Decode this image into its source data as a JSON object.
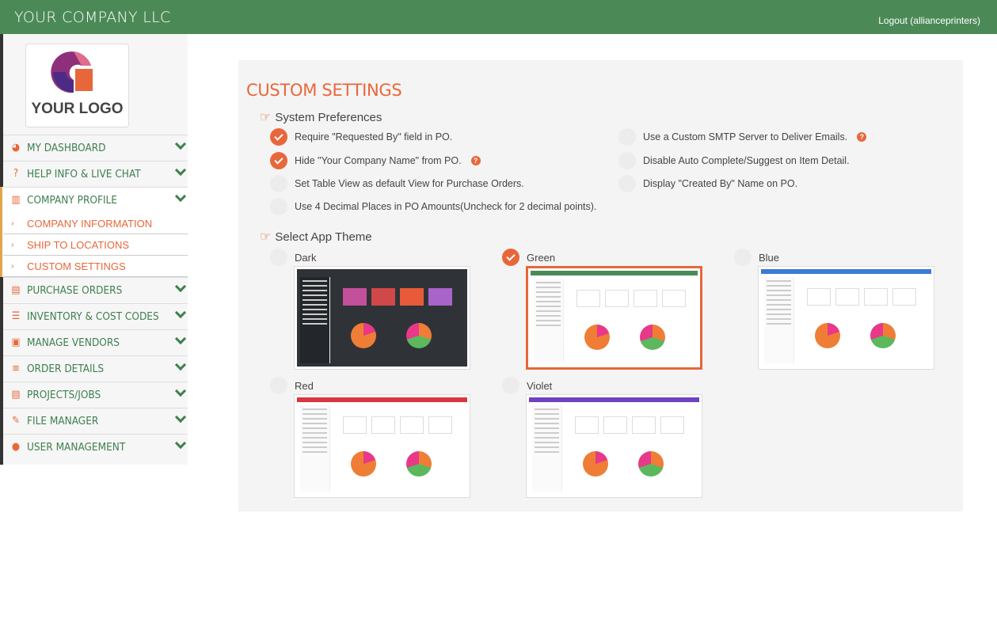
{
  "header": {
    "brand": "YOUR COMPANY LLC",
    "logout": "Logout (allianceprinters)"
  },
  "logo": {
    "text": "YOUR LOGO"
  },
  "sidebar": {
    "items": [
      {
        "label": "MY DASHBOARD",
        "icon": "dashboard-icon"
      },
      {
        "label": "HELP INFO & LIVE CHAT",
        "icon": "question-icon"
      },
      {
        "label": "COMPANY PROFILE",
        "icon": "building-icon"
      },
      {
        "label": "PURCHASE ORDERS",
        "icon": "document-icon"
      },
      {
        "label": "INVENTORY & COST CODES",
        "icon": "list-icon"
      },
      {
        "label": "MANAGE VENDORS",
        "icon": "contact-icon"
      },
      {
        "label": "ORDER DETAILS",
        "icon": "rows-icon"
      },
      {
        "label": "PROJECTS/JOBS",
        "icon": "table-icon"
      },
      {
        "label": "FILE MANAGER",
        "icon": "paperclip-icon"
      },
      {
        "label": "USER MANAGEMENT",
        "icon": "users-icon"
      }
    ],
    "subitems": [
      "COMPANY INFORMATION",
      "SHIP TO LOCATIONS",
      "CUSTOM SETTINGS"
    ]
  },
  "main": {
    "title": "CUSTOM SETTINGS",
    "prefs_title": "System Preferences",
    "prefs": [
      {
        "label": "Require \"Requested By\" field in PO.",
        "checked": true
      },
      {
        "label": "Hide \"Your Company Name\" from PO.",
        "checked": true,
        "help": true
      },
      {
        "label": "Set Table View as default View for Purchase Orders.",
        "checked": false
      },
      {
        "label": "Use 4 Decimal Places in PO Amounts(Uncheck for 2 decimal points).",
        "checked": false
      },
      {
        "label": "Use a Custom SMTP Server to Deliver Emails.",
        "checked": false,
        "help": true
      },
      {
        "label": "Disable Auto Complete/Suggest on Item Detail.",
        "checked": false
      },
      {
        "label": "Display \"Created By\" Name on PO.",
        "checked": false
      }
    ],
    "theme_title": "Select App Theme",
    "themes": [
      {
        "label": "Dark",
        "selected": false,
        "color": "#2f3338"
      },
      {
        "label": "Green",
        "selected": true,
        "color": "#4b8a57"
      },
      {
        "label": "Blue",
        "selected": false,
        "color": "#3a7bd5"
      },
      {
        "label": "Red",
        "selected": false,
        "color": "#d9363e"
      },
      {
        "label": "Violet",
        "selected": false,
        "color": "#6f42c1"
      }
    ],
    "help_glyph": "?"
  },
  "colors": {
    "header": "#4b8a57",
    "accent": "#e8673a",
    "nav_text": "#3f7f4f"
  }
}
